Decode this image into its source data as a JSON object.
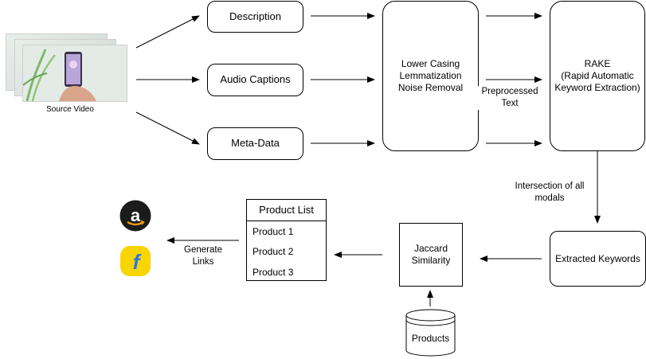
{
  "source": {
    "label": "Source Video"
  },
  "nodes": {
    "description": "Description",
    "audio_captions": "Audio Captions",
    "meta_data": "Meta-Data",
    "preprocess_lines": [
      "Lower Casing",
      "Lemmatization",
      "Noise Removal"
    ],
    "rake_lines": [
      "RAKE",
      "(Rapid Automatic",
      "Keyword Extraction)"
    ],
    "extracted_keywords": "Extracted Keywords",
    "jaccard_lines": [
      "Jaccard",
      "Similarity"
    ],
    "products_db": "Products"
  },
  "product_list": {
    "title": "Product List",
    "items": [
      "Product 1",
      "Product 2",
      "Product 3"
    ]
  },
  "edge_labels": {
    "preprocessed_lines": [
      "Preprocessed",
      "Text"
    ],
    "intersection_lines": [
      "Intersection of all",
      "modals"
    ],
    "generate_links_lines": [
      "Generate",
      "Links"
    ]
  },
  "logos": {
    "amazon": {
      "letter": "a",
      "bg": "#1b1b1b",
      "smile": "#f39c12"
    },
    "flipkart": {
      "letter": "f",
      "bg": "#f8d500",
      "letter_color": "#2874f0"
    }
  }
}
